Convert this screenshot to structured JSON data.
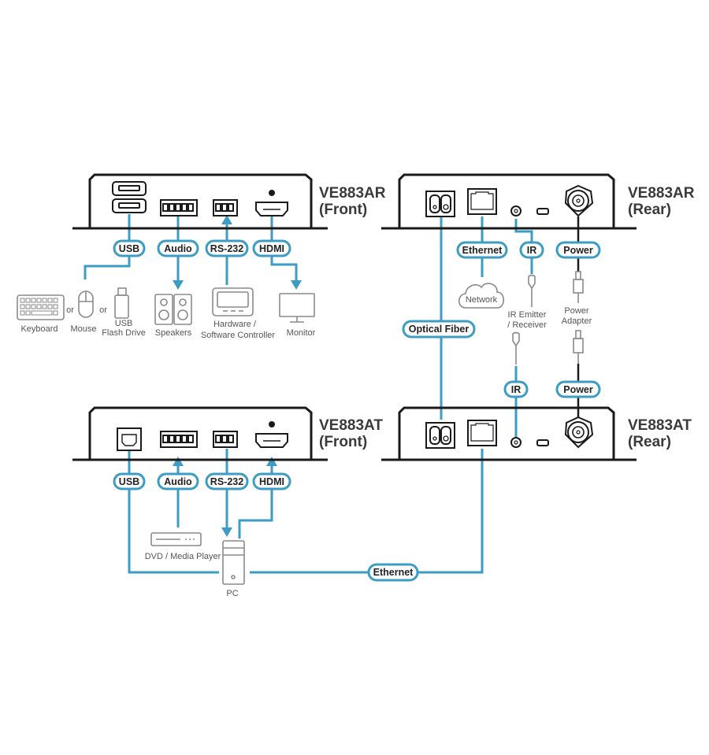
{
  "devices": {
    "receiver_front": {
      "model": "VE883AR",
      "side": "(Front)"
    },
    "receiver_rear": {
      "model": "VE883AR",
      "side": "(Rear)"
    },
    "transmitter_front": {
      "model": "VE883AT",
      "side": "(Front)"
    },
    "transmitter_rear": {
      "model": "VE883AT",
      "side": "(Rear)"
    }
  },
  "receiver_front_labels": {
    "usb": "USB",
    "audio": "Audio",
    "rs232": "RS-232",
    "hdmi": "HDMI"
  },
  "receiver_rear_labels": {
    "ethernet": "Ethernet",
    "ir": "IR",
    "power": "Power"
  },
  "transmitter_front_labels": {
    "usb": "USB",
    "audio": "Audio",
    "rs232": "RS-232",
    "hdmi": "HDMI"
  },
  "link_labels": {
    "optical_fiber": "Optical Fiber",
    "ir": "IR",
    "power": "Power",
    "ethernet": "Ethernet"
  },
  "peripherals": {
    "keyboard": "Keyboard",
    "or1": "or",
    "mouse": "Mouse",
    "or2": "or",
    "usb_flash_line1": "USB",
    "usb_flash_line2": "Flash Drive",
    "speakers": "Speakers",
    "controller_line1": "Hardware /",
    "controller_line2": "Software Controller",
    "monitor": "Monitor",
    "network": "Network",
    "ir_emitter_line1": "IR Emitter",
    "ir_emitter_line2": "/ Receiver",
    "power_adapter_line1": "Power",
    "power_adapter_line2": "Adapter",
    "dvd": "DVD / Media Player",
    "pc": "PC"
  },
  "colors": {
    "cable": "#3d9cc4",
    "device": "#1a1a1a",
    "peripheral": "#8a8a8a"
  }
}
